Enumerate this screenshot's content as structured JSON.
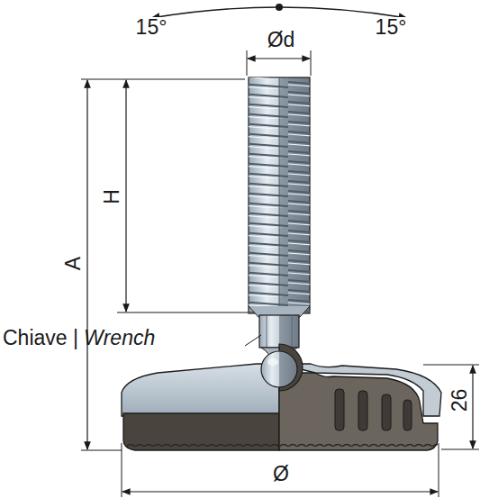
{
  "diagram": {
    "labels": [
      "15°",
      "15°",
      "Ød",
      "H",
      "A",
      "Chiave |",
      "Wrench",
      "26",
      "Ø"
    ]
  }
}
